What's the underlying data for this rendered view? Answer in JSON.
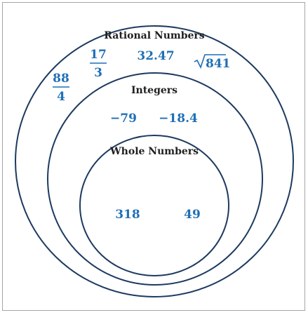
{
  "sets": {
    "rational": {
      "label": "Rational Numbers",
      "members": {
        "frac_88_4": {
          "numerator": "88",
          "denominator": "4"
        },
        "frac_17_3": {
          "numerator": "17",
          "denominator": "3"
        },
        "decimal": "32.47",
        "sqrt_radicand": "841"
      }
    },
    "integers": {
      "label": "Integers",
      "members": {
        "neg_int": "−79",
        "neg_dec": "−18.4"
      }
    },
    "whole": {
      "label": "Whole Numbers",
      "members": {
        "a": "318",
        "b": "49"
      }
    }
  },
  "colors": {
    "ring": "#1d3a5f",
    "number": "#1f6fb5",
    "label": "#1f1f1f",
    "frame": "#a6a6a6"
  }
}
